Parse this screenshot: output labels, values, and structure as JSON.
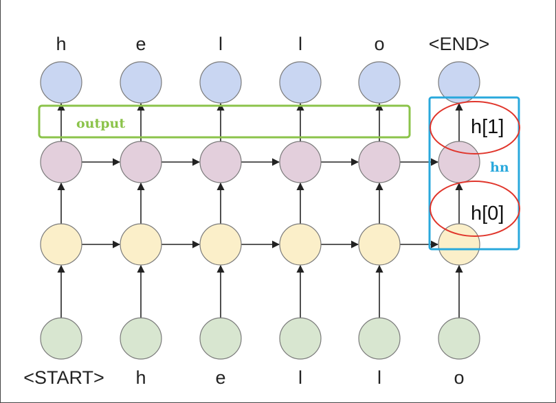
{
  "output_tokens": [
    "h",
    "e",
    "l",
    "l",
    "o",
    "<END>"
  ],
  "input_tokens": [
    "<START>",
    "h",
    "e",
    "l",
    "l",
    "o"
  ],
  "annotations": {
    "output_label": "output",
    "hn_label": "hn",
    "h1_label": "h[1]",
    "h0_label": "h[0]"
  },
  "colors": {
    "output_node": "#c9d6f2",
    "hidden2_node": "#e3cfdc",
    "hidden1_node": "#fbefc9",
    "input_node": "#d8e6d0",
    "node_stroke": "#7a7a7a",
    "arrow": "#222222",
    "output_box": "#8bc34a",
    "hn_box": "#29a8dc",
    "circle_annotation": "#e0352b"
  }
}
